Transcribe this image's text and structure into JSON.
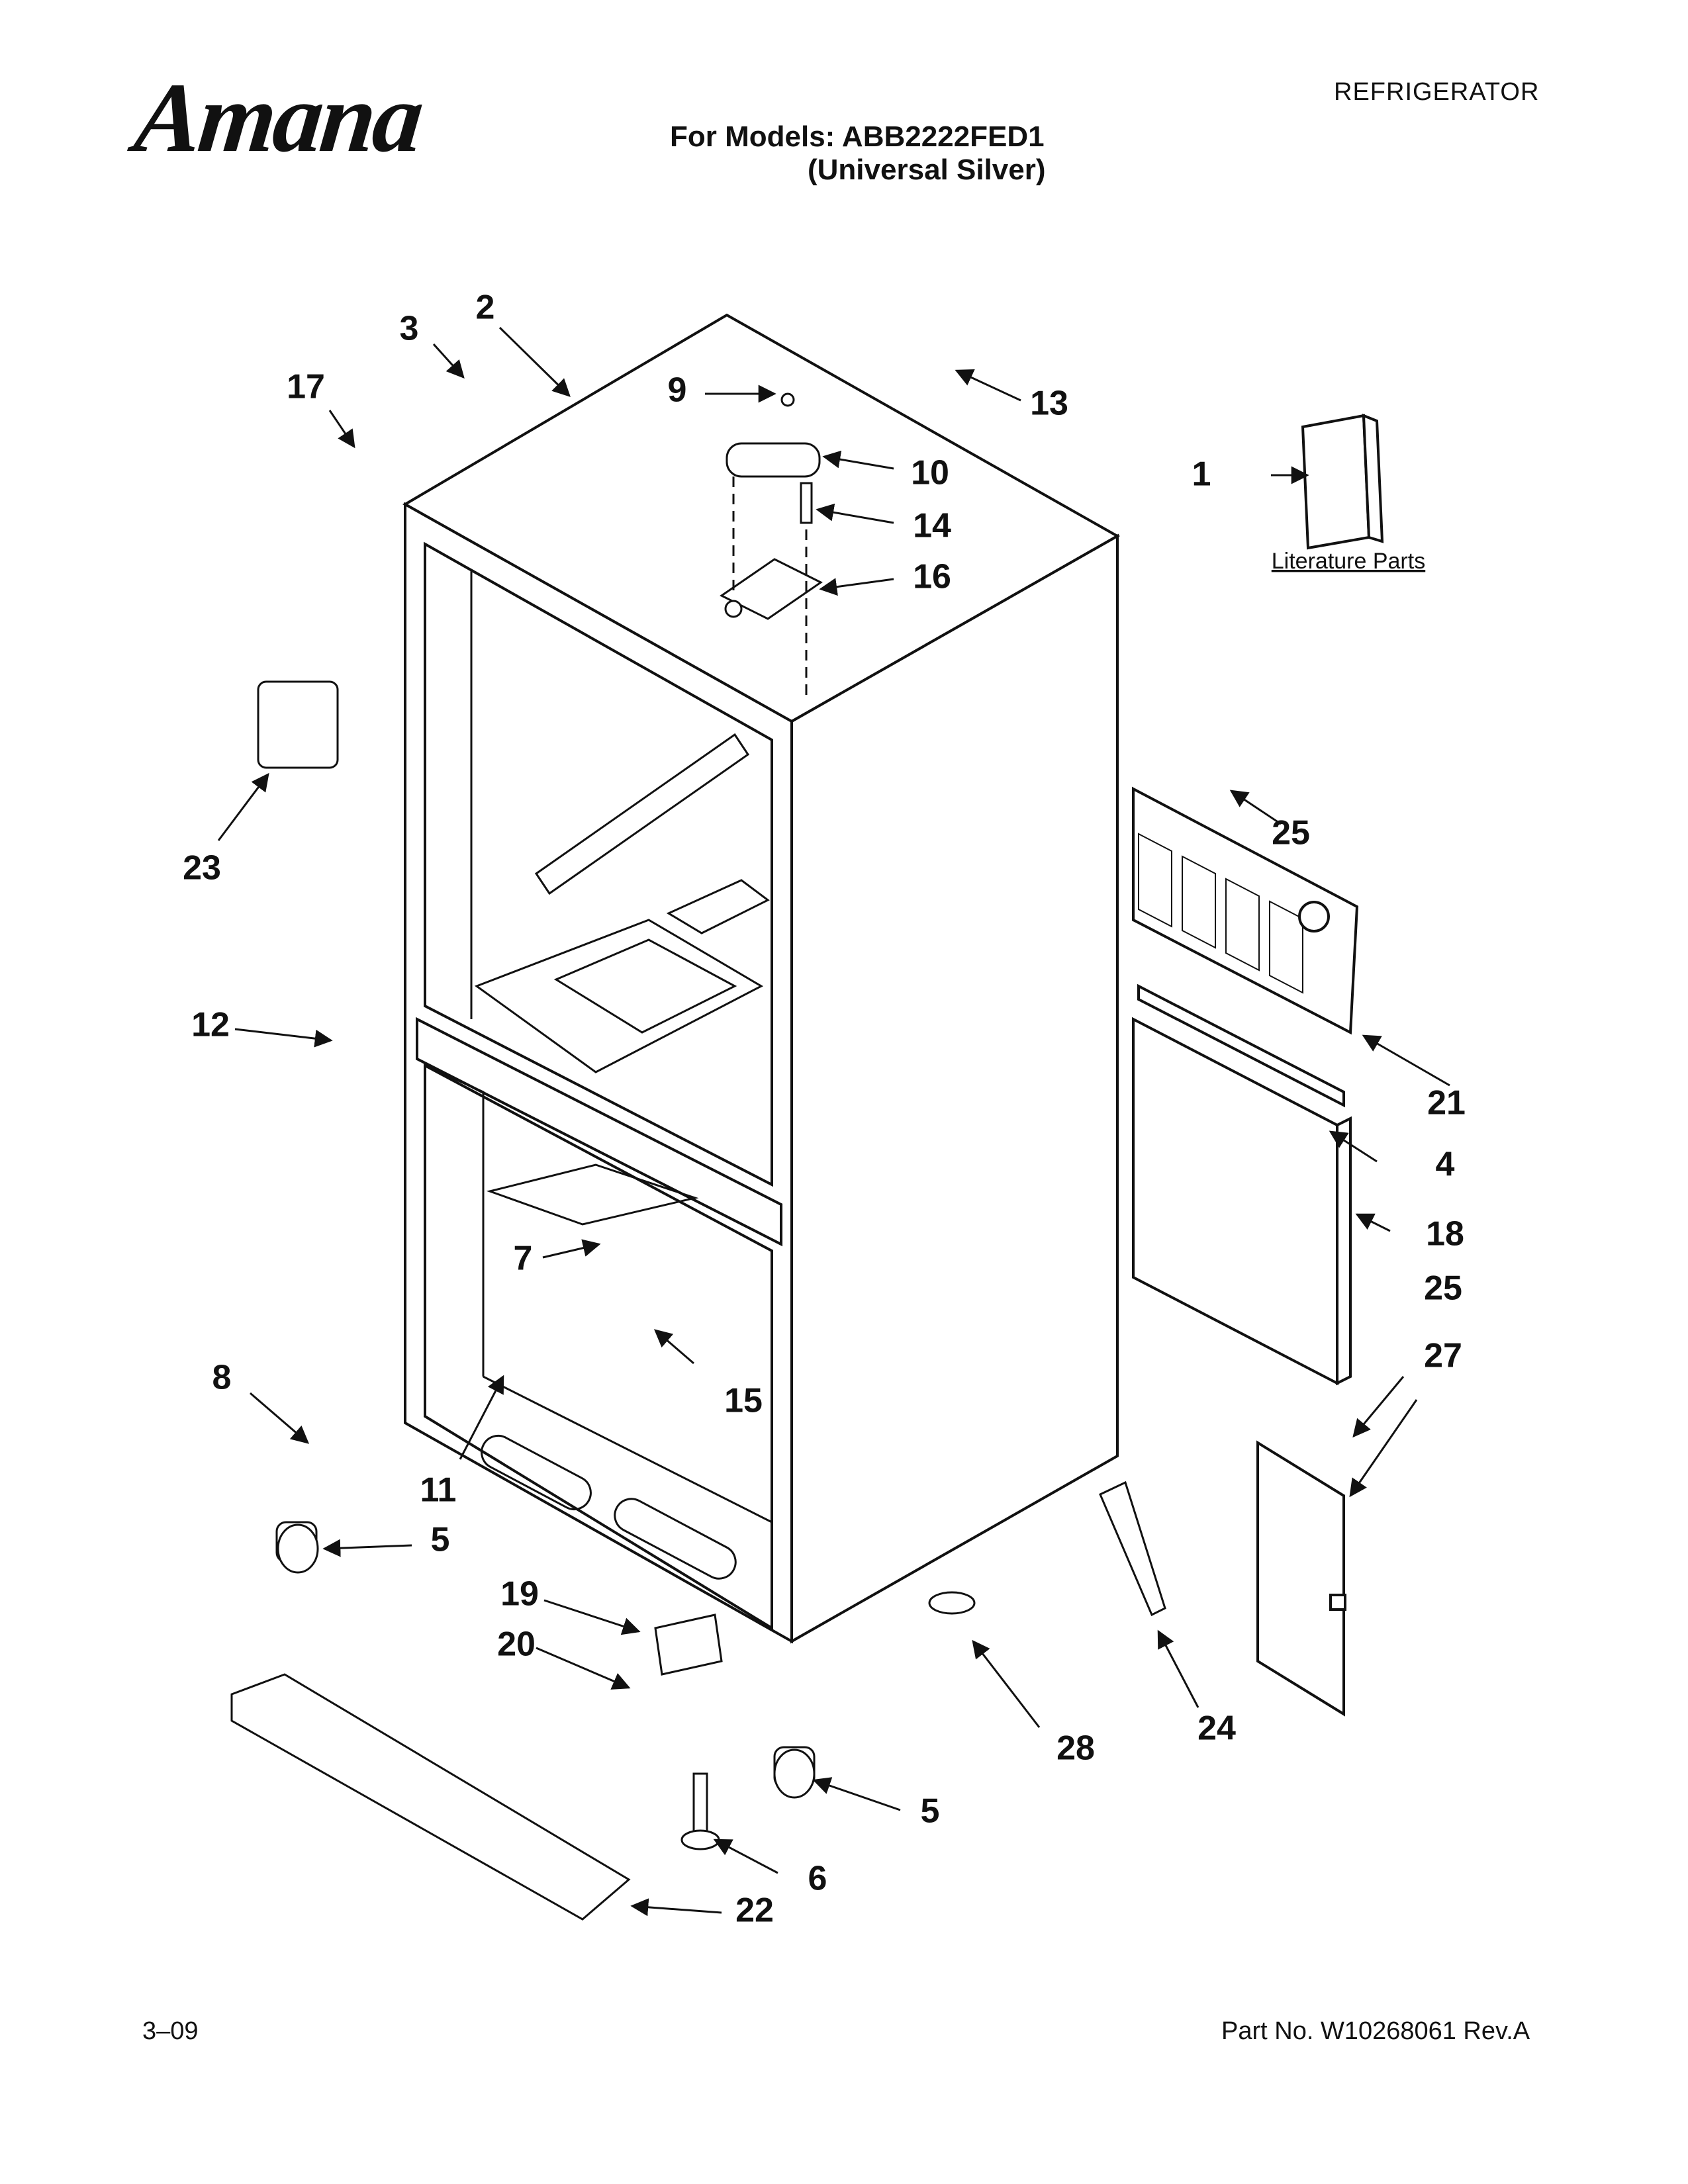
{
  "header": {
    "brand": "Amana",
    "category": "REFRIGERATOR",
    "models_line": "For Models: ABB2222FED1",
    "color_line": "(Universal Silver)"
  },
  "footer": {
    "date": "3–09",
    "part_number": "Part No. W10268061 Rev.A"
  },
  "diagram": {
    "literature_label": "Literature Parts",
    "callouts": [
      "1",
      "2",
      "3",
      "4",
      "5",
      "5",
      "6",
      "7",
      "8",
      "9",
      "10",
      "11",
      "12",
      "13",
      "14",
      "15",
      "16",
      "17",
      "18",
      "19",
      "20",
      "21",
      "22",
      "23",
      "24",
      "25",
      "25",
      "27",
      "28"
    ]
  }
}
